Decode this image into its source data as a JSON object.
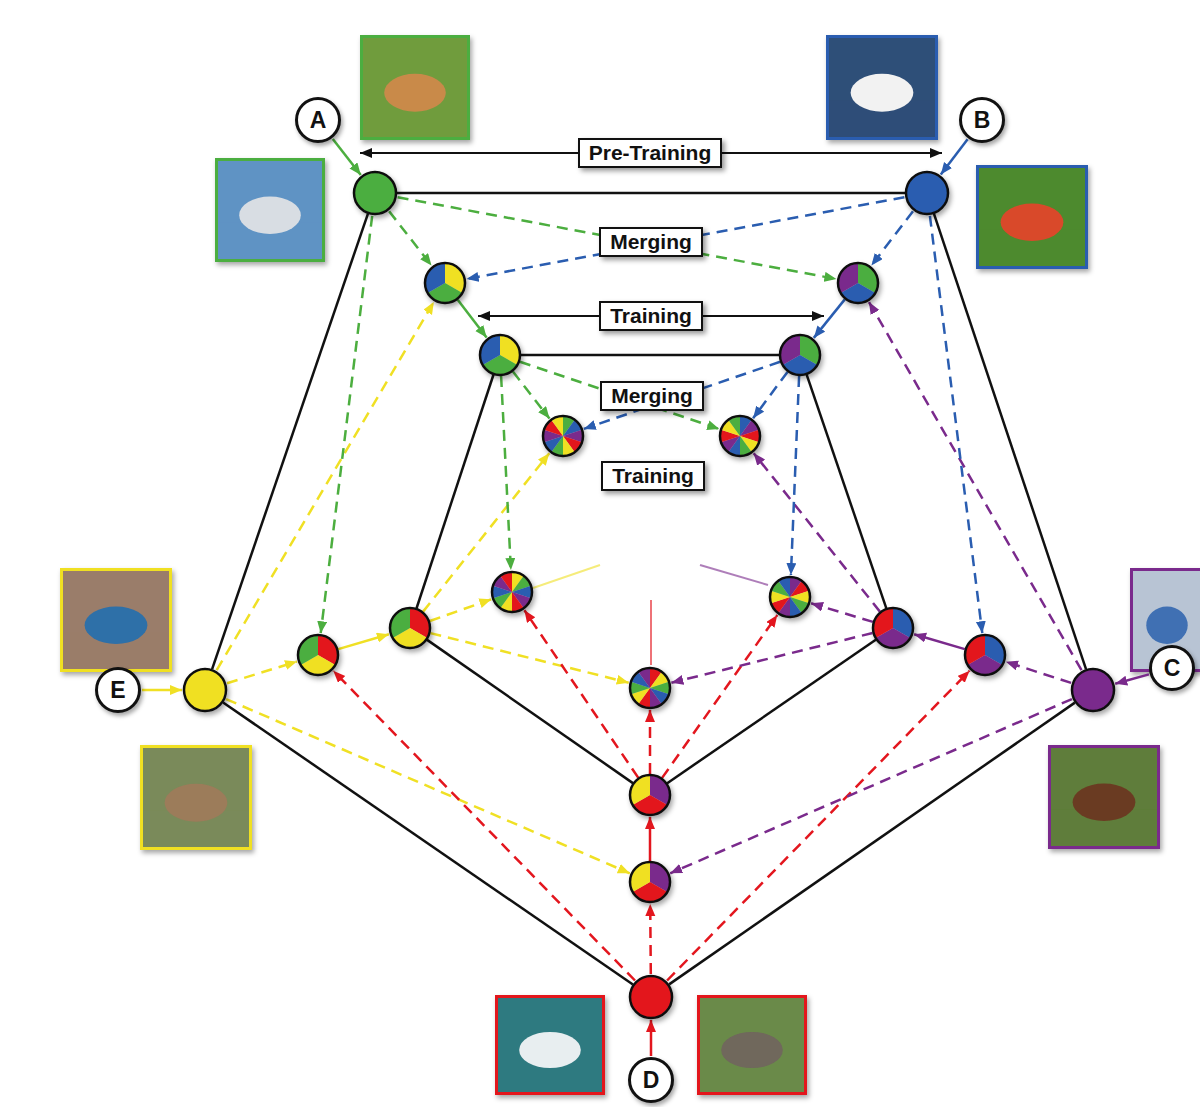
{
  "diagram": {
    "nodes": [
      {
        "text": [
          "A"
        ]
      },
      {
        "text": [
          "Pre-Training"
        ]
      },
      {
        "text": [
          "B"
        ]
      },
      {
        "text": [
          "Merging"
        ]
      },
      {
        "text": [
          "Training"
        ]
      },
      {
        "text": [
          "Merging"
        ]
      },
      {
        "text": [
          "Training"
        ]
      },
      {
        "text": [
          "E"
        ]
      },
      {
        "text": [
          "C"
        ]
      },
      {
        "text": [
          "D"
        ]
      }
    ]
  }
}
